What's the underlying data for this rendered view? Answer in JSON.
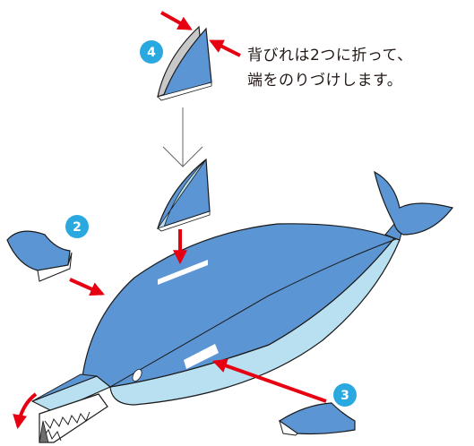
{
  "instruction": {
    "line1": "背びれは2つに折って、",
    "line2": "端をのりづけします。"
  },
  "steps": {
    "step2": "2",
    "step3": "3",
    "step4": "4"
  },
  "colors": {
    "body_blue": "#5b95d3",
    "belly_light": "#b9e0f1",
    "outline": "#1a1a1a",
    "arrow_red": "#e60012",
    "badge_blue": "#2aa9e0",
    "flap_white": "#ffffff"
  }
}
